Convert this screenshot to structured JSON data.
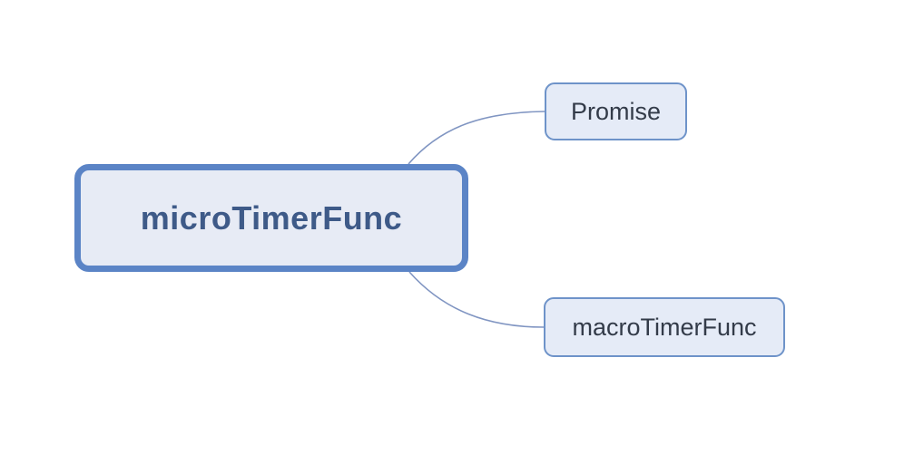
{
  "mindmap": {
    "type": "mindmap",
    "root": {
      "label": "microTimerFunc",
      "children": [
        {
          "label": "Promise"
        },
        {
          "label": "macroTimerFunc"
        }
      ]
    },
    "colors": {
      "background": "#ffffff",
      "root_border": "#5b84c6",
      "root_fill": "#e7ebf5",
      "root_text": "#3e5a88",
      "child_border": "#6e93c9",
      "child_fill": "#e5ebf7",
      "child_text": "#333b49",
      "connector": "#8095c2"
    }
  }
}
